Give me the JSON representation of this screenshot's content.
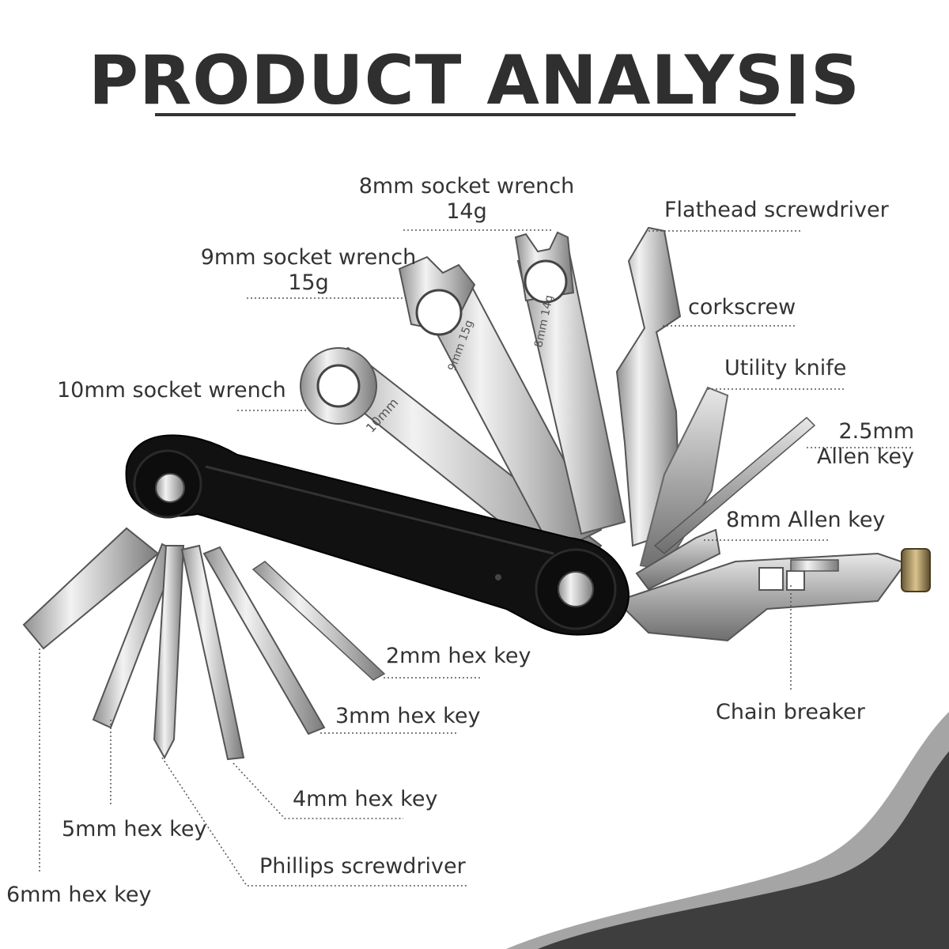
{
  "title": "PRODUCT ANALYSIS",
  "labels": {
    "socket_8mm_line1": "8mm socket wrench",
    "socket_8mm_line2": "14g",
    "flathead": "Flathead screwdriver",
    "socket_9mm_line1": "9mm socket wrench",
    "socket_9mm_line2": "15g",
    "corkscrew": "corkscrew",
    "utility_knife": "Utility knife",
    "socket_10mm": "10mm socket wrench",
    "allen_25_line1": "2.5mm",
    "allen_25_line2": "Allen key",
    "allen_8": "8mm Allen key",
    "hex_2": "2mm hex key",
    "hex_3": "3mm hex key",
    "chain_breaker": "Chain breaker",
    "hex_4": "4mm hex key",
    "hex_5": "5mm hex key",
    "phillips": "Phillips screwdriver",
    "hex_6": "6mm hex key"
  },
  "engravings": {
    "wrench_10": "10mm",
    "wrench_9": "9mm 15g",
    "wrench_8": "8mm 14g"
  },
  "colors": {
    "text": "#333333",
    "corner_dark": "#3e3e3e",
    "corner_mid": "#9a9a9a",
    "body": "#111111",
    "metal": "#c8c8c8"
  }
}
